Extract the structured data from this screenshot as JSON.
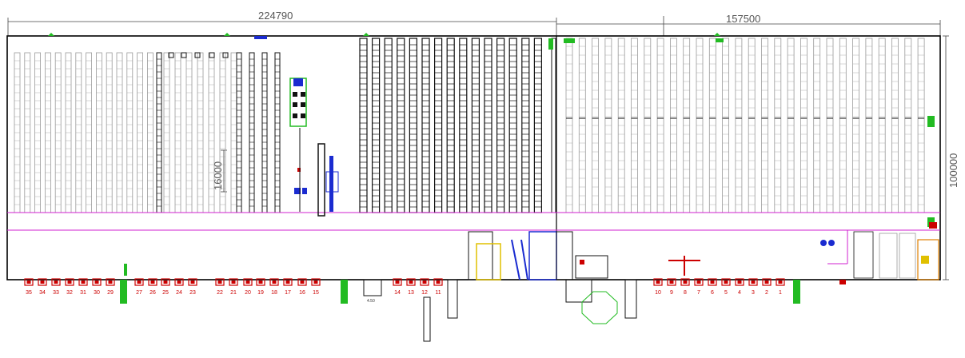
{
  "dimensions": {
    "left_width": "224790",
    "right_width": "157500",
    "building_depth": "100000",
    "aisle_depth": "16000"
  },
  "docks_left": [
    "35",
    "34",
    "33",
    "32",
    "31",
    "30",
    "29",
    "27",
    "26",
    "25",
    "24",
    "23",
    "22",
    "21",
    "20",
    "19",
    "18",
    "17",
    "16",
    "15",
    "14",
    "13",
    "12",
    "11"
  ],
  "docks_right": [
    "10",
    "9",
    "8",
    "7",
    "6",
    "5",
    "4",
    "3",
    "2",
    "1"
  ],
  "small_label": "4.50",
  "colors": {
    "wall": "#000000",
    "rack": "#9a9a9a",
    "rack_dark": "#111111",
    "aisle_line": "#d020d0",
    "dock": "#cc0000",
    "green": "#22bb22",
    "blue": "#1a2bd0",
    "yellow": "#e0c000",
    "orange": "#e08000"
  }
}
